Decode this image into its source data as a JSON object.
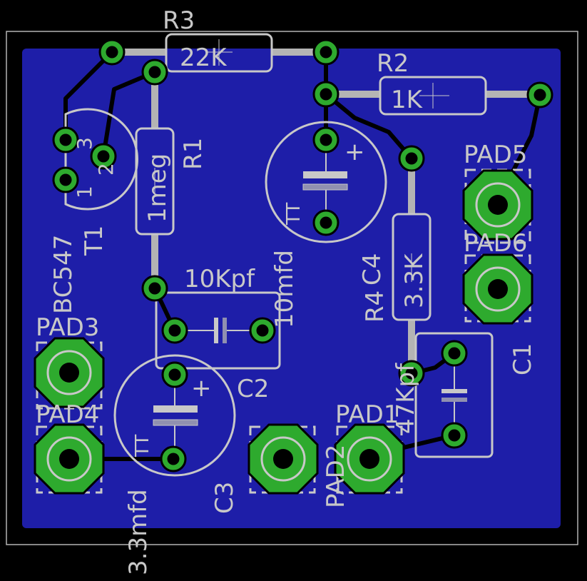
{
  "colors": {
    "background": "#000000",
    "board_outline": "#b4b4b4",
    "copper_pour": "#1e1ea8",
    "pad": "#2eaa2e",
    "trace": "#000000",
    "silkscreen": "#c8c8c8"
  },
  "labels": {
    "r3_name": "R3",
    "r3_value": "22K",
    "r2_name": "R2",
    "r2_value": "1K",
    "r1_name": "R1",
    "r1_value": "1meg",
    "c4_name": "C4",
    "c4_value": "10mfd",
    "c2_name": "C2",
    "c2_value": "10Kpf",
    "r4_name": "R4",
    "r4_value": "3.3K",
    "c1_name": "C1",
    "c1_value": "47Kpf",
    "c3_name": "C3",
    "c3_value": "3.3mfd",
    "t1_name": "T1",
    "t1_value": "BC547",
    "t1_pin1": "1",
    "t1_pin2": "2",
    "t1_pin3": "3",
    "pad1": "PAD1",
    "pad2": "PAD2",
    "pad3": "PAD3",
    "pad4": "PAD4",
    "pad5": "PAD5",
    "pad6": "PAD6",
    "tt_c4": "TT",
    "tt_c3": "TT",
    "plus_c4": "+",
    "plus_c3": "+"
  }
}
